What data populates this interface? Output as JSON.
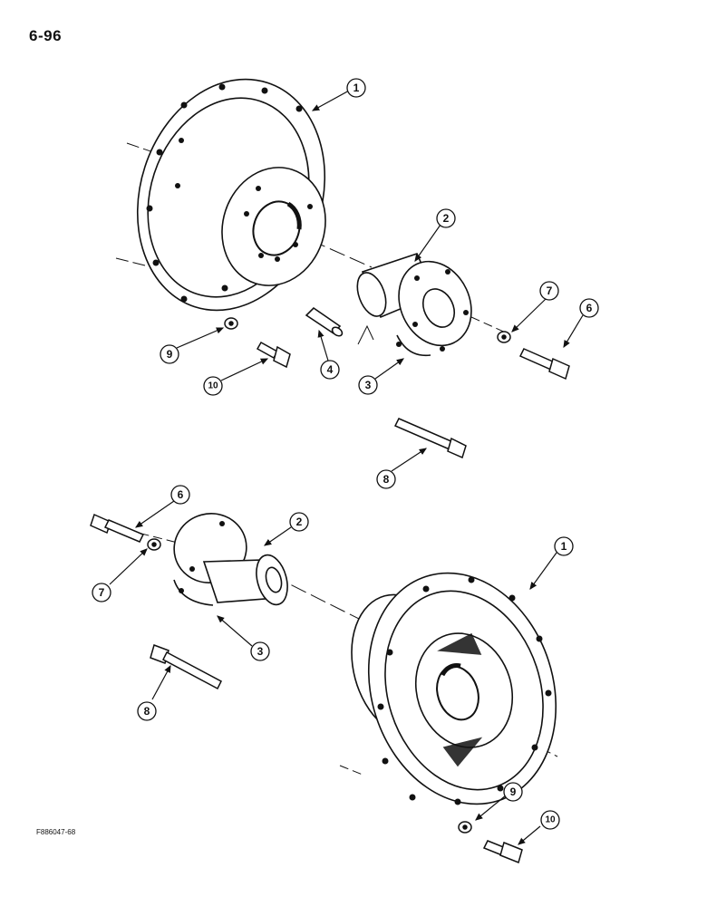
{
  "page": {
    "number": "6-96",
    "figure_code": "F886047-68"
  },
  "callouts": {
    "top_housing": "1",
    "top_hub": "2",
    "top_clamp": "3",
    "top_key": "4",
    "top_bolt_right": "6",
    "top_washer_right": "7",
    "top_long_bolt": "8",
    "top_washer_left": "9",
    "top_bolt_left": "10",
    "bottom_bolt": "6",
    "bottom_hub": "2",
    "bottom_washer": "7",
    "bottom_clamp": "3",
    "bottom_long_bolt": "8",
    "bottom_housing": "1",
    "bottom_washer_right": "9",
    "bottom_bolt_right": "10"
  }
}
